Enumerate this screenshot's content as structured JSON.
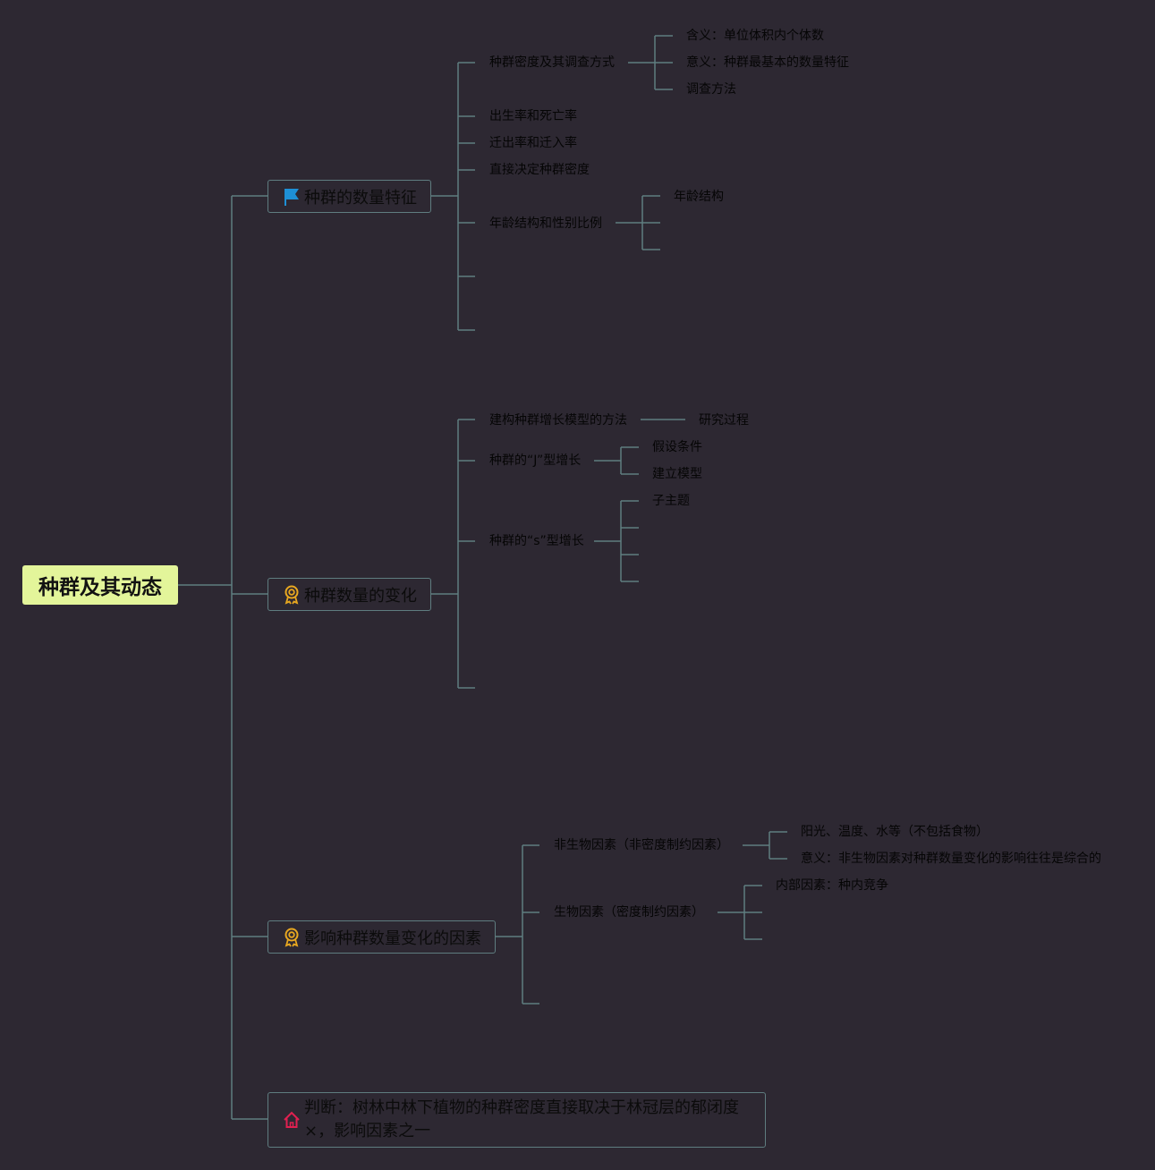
{
  "root": {
    "label": "种群及其动态"
  },
  "branches": [
    {
      "label": "种群的数量特征",
      "icon": "flag-icon",
      "children": [
        {
          "label": "种群密度及其调查方式",
          "children": [
            "含义：单位体积内个体数",
            "意义：种群最基本的数量特征",
            "调查方法"
          ]
        },
        {
          "label": "出生率和死亡率"
        },
        {
          "label": "迁出率和迁入率"
        },
        {
          "label": "直接决定种群密度"
        },
        {
          "label": "年龄结构和性别比例",
          "children": [
            "年龄结构"
          ]
        }
      ]
    },
    {
      "label": "种群数量的变化",
      "icon": "award-icon",
      "children": [
        {
          "label": "建构种群增长模型的方法",
          "children": [
            "研究过程"
          ]
        },
        {
          "label": "种群的“J”型增长",
          "children": [
            "假设条件",
            "建立模型"
          ]
        },
        {
          "label": "种群的“s”型增长",
          "children": [
            "子主题"
          ]
        }
      ]
    },
    {
      "label": "影响种群数量变化的因素",
      "icon": "award-icon",
      "children": [
        {
          "label": "非生物因素（非密度制约因素）",
          "children": [
            "阳光、温度、水等（不包括食物）",
            "意义：非生物因素对种群数量变化的影响往往是综合的"
          ]
        },
        {
          "label": "生物因素（密度制约因素）",
          "children": [
            "内部因素：种内竞争"
          ]
        }
      ]
    },
    {
      "label_line1": "判断：树林中林下植物的种群密度直接取决于林冠层的郁闭度",
      "label_line2": "×，影响因素之一",
      "icon": "home-icon"
    }
  ],
  "colors": {
    "background": "#2d2832",
    "connector": "#5f7d80",
    "root_fill": "#e3f59a",
    "flag_icon": "#1e90d6",
    "award_icon": "#e8a820",
    "home_icon": "#e02050"
  }
}
